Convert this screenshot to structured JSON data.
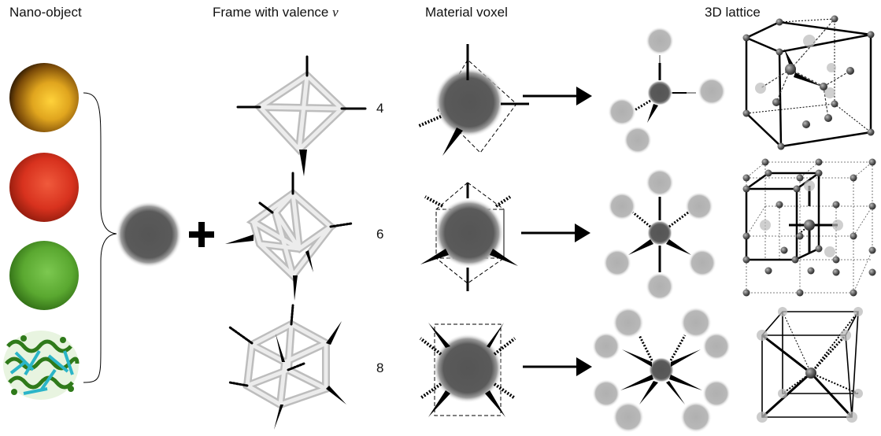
{
  "headers": {
    "nano_object": "Nano-object",
    "frame": "Frame with valence",
    "frame_symbol": "ν",
    "voxel": "Material voxel",
    "lattice": "3D lattice"
  },
  "valences": [
    "4",
    "6",
    "8"
  ],
  "colors": {
    "gold": "#d9a21a",
    "red": "#d8321e",
    "green": "#5aa830",
    "protein_green": "#2f7a1a",
    "protein_cyan": "#2bb5c8",
    "voxel_core": "#555555",
    "neighbor": "#b4b4b4",
    "frame_rod": "#d6d6d6",
    "ink": "#000000"
  }
}
